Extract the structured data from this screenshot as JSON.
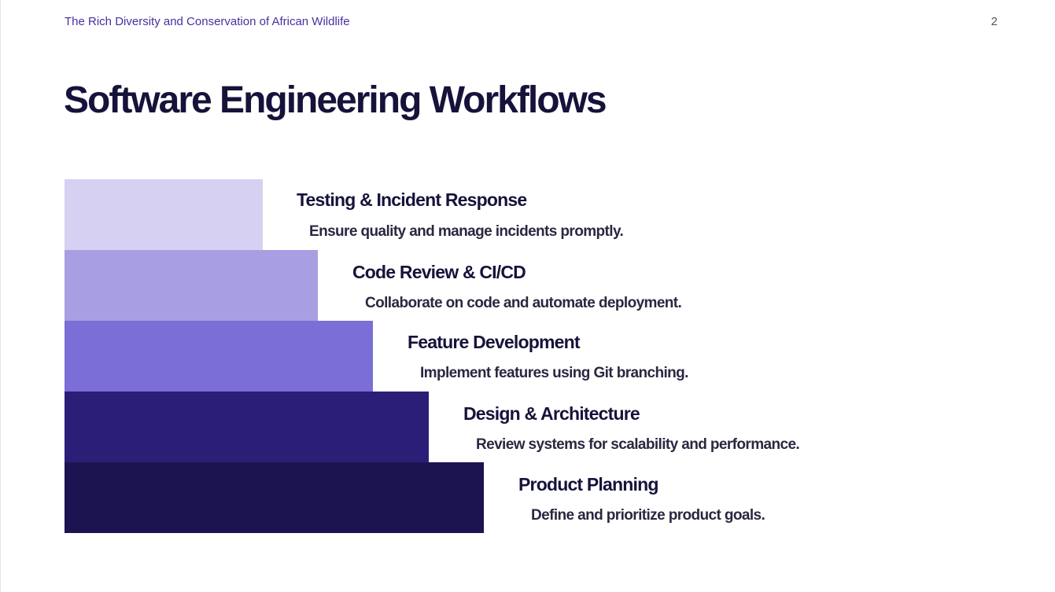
{
  "header": {
    "deck_title": "The Rich Diversity and Conservation of African Wildlife",
    "page_number": "2"
  },
  "slide": {
    "title": "Software Engineering Workflows"
  },
  "steps": [
    {
      "heading": "Testing & Incident Response",
      "description": "Ensure quality and manage incidents promptly.",
      "color": "#d6d1f2"
    },
    {
      "heading": "Code Review & CI/CD",
      "description": "Collaborate on code and automate deployment.",
      "color": "#a89fe3"
    },
    {
      "heading": "Feature Development",
      "description": "Implement features using Git branching.",
      "color": "#7b6ed6"
    },
    {
      "heading": "Design & Architecture",
      "description": "Review systems for scalability and performance.",
      "color": "#2b1e77"
    },
    {
      "heading": "Product Planning",
      "description": "Define and prioritize product goals.",
      "color": "#1c1450"
    }
  ]
}
